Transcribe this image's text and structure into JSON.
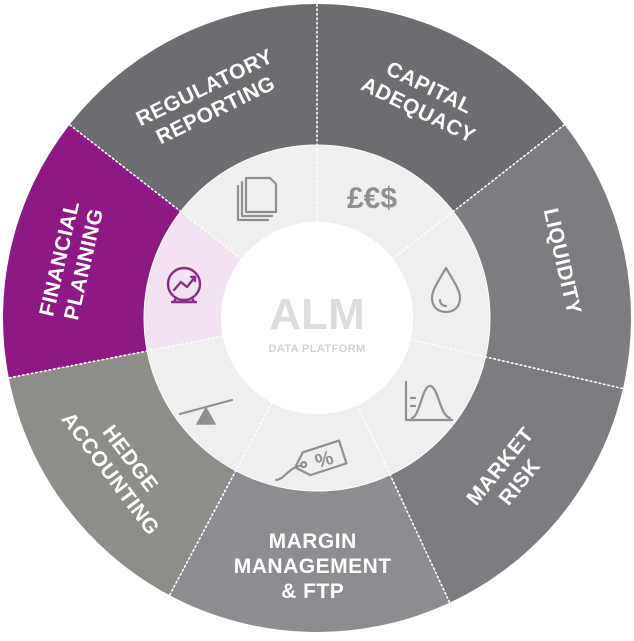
{
  "center": {
    "title": "ALM",
    "subtitle": "DATA PLATFORM"
  },
  "colors": {
    "segment_dark": "#6c6d70",
    "segment_mid": "#7c7d80",
    "segment_light": "#8c8d90",
    "segment_beige": "#8f8d88",
    "accent_purple": "#8d1a84",
    "inner_ring": "#efefef",
    "inner_highlight": "#f2e3f0",
    "center": "#ffffff",
    "icon_gray": "#8f8f8f"
  },
  "segments": [
    {
      "id": "regulatory-reporting",
      "lines": [
        "REGULATORY",
        "REPORTING"
      ],
      "icon": "documents-icon",
      "active": false
    },
    {
      "id": "capital-adequacy",
      "lines": [
        "CAPITAL",
        "ADEQUACY"
      ],
      "icon": "currency-icon",
      "active": false
    },
    {
      "id": "liquidity",
      "lines": [
        "LIQUIDITY"
      ],
      "icon": "drop-icon",
      "active": false
    },
    {
      "id": "market-risk",
      "lines": [
        "MARKET",
        "RISK"
      ],
      "icon": "distribution-chart-icon",
      "active": false
    },
    {
      "id": "margin-management-ftp",
      "lines": [
        "MARGIN",
        "MANAGEMENT",
        "& FTP"
      ],
      "icon": "price-tag-icon",
      "active": false
    },
    {
      "id": "hedge-accounting",
      "lines": [
        "HEDGE",
        "ACCOUNTING"
      ],
      "icon": "balance-icon",
      "active": false
    },
    {
      "id": "financial-planning",
      "lines": [
        "FINANCIAL",
        "PLANNING"
      ],
      "icon": "growth-globe-icon",
      "active": true
    }
  ],
  "icon_glyphs": {
    "currency": "£€$",
    "percent": "%"
  }
}
